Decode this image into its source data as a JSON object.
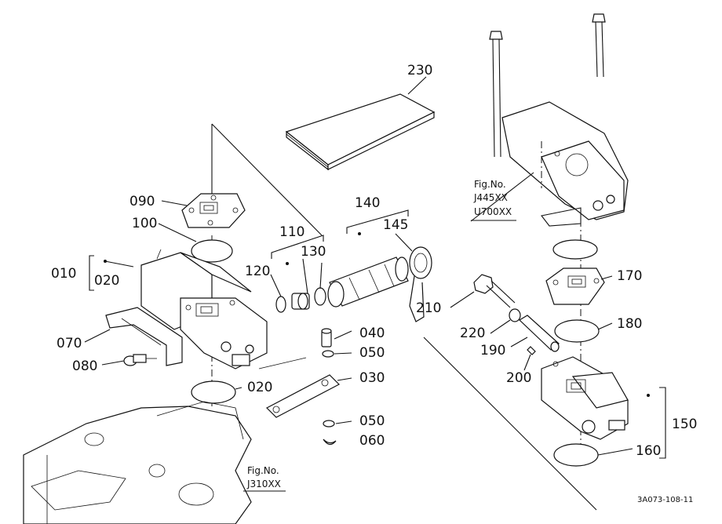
{
  "labels": {
    "p230": "230",
    "p090": "090",
    "p100": "100",
    "p110": "110",
    "p120": "120",
    "p130": "130",
    "p140": "140",
    "p145": "145",
    "p010": "010",
    "p020a": "020",
    "p070": "070",
    "p080": "080",
    "p040": "040",
    "p050a": "050",
    "p030": "030",
    "p020b": "020",
    "p050b": "050",
    "p060": "060",
    "p170": "170",
    "p180": "180",
    "p210": "210",
    "p220": "220",
    "p190": "190",
    "p200": "200",
    "p150": "150",
    "p160": "160"
  },
  "fig_refs": {
    "top": {
      "title": "Fig.No.",
      "line1": "J445XX",
      "line2": "U700XX"
    },
    "bottom": {
      "title": "Fig.No.",
      "line1": "J310XX"
    }
  },
  "drawing_code": "3A073-108-11"
}
